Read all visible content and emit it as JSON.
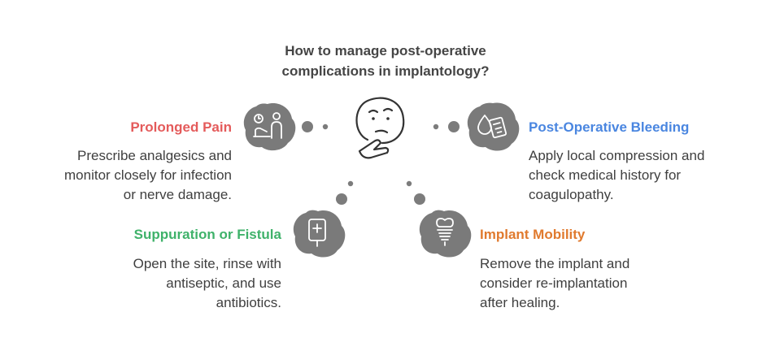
{
  "title": {
    "line1": "How to manage post-operative",
    "line2": "complications in implantology?"
  },
  "center_icon": "thinking-face-icon",
  "colors": {
    "blob": "#7a7a7a",
    "dot": "#7c7c7c",
    "pain": "#e45b5b",
    "bleeding": "#4a86e0",
    "suppuration": "#3fb26a",
    "mobility": "#e07a2e",
    "text": "#3f3f3f"
  },
  "items": {
    "pain": {
      "heading": "Prolonged Pain",
      "lines": [
        "Prescribe analgesics and",
        "monitor closely for infection",
        "or nerve damage."
      ],
      "icon": "patient-examination-icon"
    },
    "bleeding": {
      "heading": "Post-Operative Bleeding",
      "lines": [
        "Apply local compression and",
        "check medical history for",
        "coagulopathy."
      ],
      "icon": "blood-drop-clipboard-icon"
    },
    "suppuration": {
      "heading": "Suppuration or Fistula",
      "lines": [
        "Open the site, rinse with",
        "antiseptic, and use",
        "antibiotics."
      ],
      "icon": "medicine-bottle-icon"
    },
    "mobility": {
      "heading": "Implant Mobility",
      "lines": [
        "Remove the implant and",
        "consider re-implantation",
        "after healing."
      ],
      "icon": "dental-implant-icon"
    }
  }
}
